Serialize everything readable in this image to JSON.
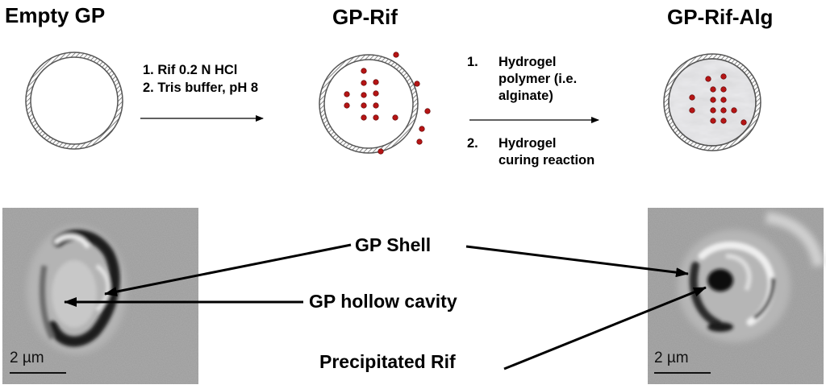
{
  "titles": {
    "empty_gp": "Empty GP",
    "gp_rif": "GP-Rif",
    "gp_rif_alg": "GP-Rif-Alg"
  },
  "step1": {
    "line1": "1.  Rif  0.2 N HCl",
    "line2": "2.  Tris buffer, pH 8"
  },
  "step2": {
    "item1_num": "1.",
    "item1_line1": "Hydrogel",
    "item1_line2": "polymer (i.e.",
    "item1_line3": "alginate)",
    "item2_num": "2.",
    "item2_line1": "Hydrogel",
    "item2_line2": "curing reaction"
  },
  "labels": {
    "gp_shell": "GP Shell",
    "gp_hollow_cavity": "GP hollow cavity",
    "precipitated_rif": "Precipitated Rif"
  },
  "scale_bars": {
    "left": "2 µm",
    "right": "2 µm"
  },
  "colors": {
    "rif_dot": "#b51515",
    "shell_stroke": "#555555",
    "micrograph_bg": "#9a9a9a"
  }
}
